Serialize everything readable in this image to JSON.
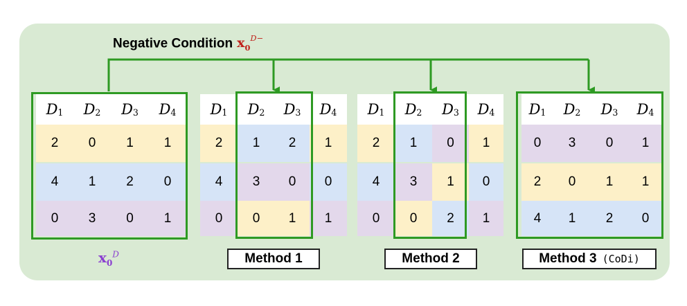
{
  "title": "Negative Condition",
  "neg_symbol": {
    "base": "x",
    "sub": "0",
    "sup": "D−"
  },
  "pos_symbol": {
    "base": "x",
    "sub": "0",
    "sup": "D"
  },
  "headers": [
    {
      "base": "D",
      "sub": "1"
    },
    {
      "base": "D",
      "sub": "2"
    },
    {
      "base": "D",
      "sub": "3"
    },
    {
      "base": "D",
      "sub": "4"
    }
  ],
  "colors": {
    "yellow": "#fdf0c8",
    "blue": "#d6e4f7",
    "purple": "#e3d8eb",
    "green": "#2e9a23",
    "negative": "#c0221b",
    "positive": "#8a3fd0"
  },
  "tables": [
    {
      "name": "original",
      "rows": [
        [
          "2",
          "0",
          "1",
          "1"
        ],
        [
          "4",
          "1",
          "2",
          "0"
        ],
        [
          "0",
          "3",
          "0",
          "1"
        ]
      ],
      "colors": [
        [
          "y",
          "y",
          "y",
          "y"
        ],
        [
          "b",
          "b",
          "b",
          "b"
        ],
        [
          "p",
          "p",
          "p",
          "p"
        ]
      ]
    },
    {
      "name": "method1",
      "rows": [
        [
          "2",
          "1",
          "2",
          "1"
        ],
        [
          "4",
          "3",
          "0",
          "0"
        ],
        [
          "0",
          "0",
          "1",
          "1"
        ]
      ],
      "colors": [
        [
          "y",
          "b",
          "b",
          "y"
        ],
        [
          "b",
          "p",
          "p",
          "b"
        ],
        [
          "p",
          "y",
          "y",
          "p"
        ]
      ]
    },
    {
      "name": "method2",
      "rows": [
        [
          "2",
          "1",
          "0",
          "1"
        ],
        [
          "4",
          "3",
          "1",
          "0"
        ],
        [
          "0",
          "0",
          "2",
          "1"
        ]
      ],
      "colors": [
        [
          "y",
          "b",
          "p",
          "y"
        ],
        [
          "b",
          "p",
          "y",
          "b"
        ],
        [
          "p",
          "y",
          "b",
          "p"
        ]
      ]
    },
    {
      "name": "method3",
      "rows": [
        [
          "0",
          "3",
          "0",
          "1"
        ],
        [
          "2",
          "0",
          "1",
          "1"
        ],
        [
          "4",
          "1",
          "2",
          "0"
        ]
      ],
      "colors": [
        [
          "p",
          "p",
          "p",
          "p"
        ],
        [
          "y",
          "y",
          "y",
          "y"
        ],
        [
          "b",
          "b",
          "b",
          "b"
        ]
      ]
    }
  ],
  "methods": [
    {
      "label": "Method 1",
      "code": ""
    },
    {
      "label": "Method 2",
      "code": ""
    },
    {
      "label": "Method 3",
      "code": "(CoDi)"
    }
  ]
}
